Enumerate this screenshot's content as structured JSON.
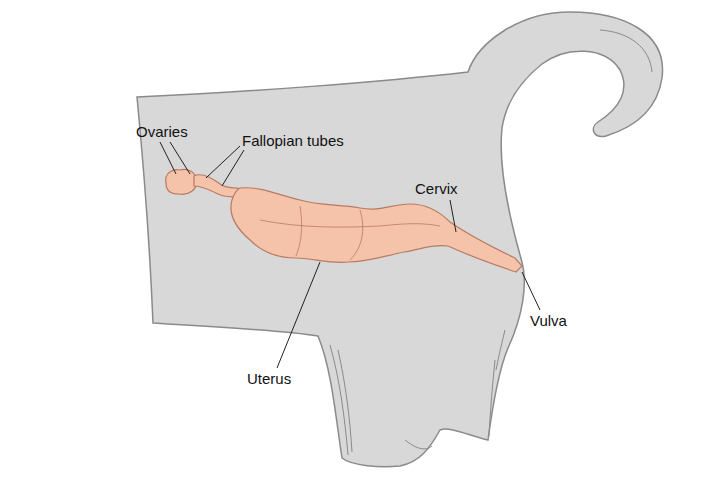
{
  "diagram": {
    "labels": [
      "Ovaries",
      "Fallopian tubes",
      "Cervix",
      "Uterus",
      "Vulva"
    ]
  }
}
